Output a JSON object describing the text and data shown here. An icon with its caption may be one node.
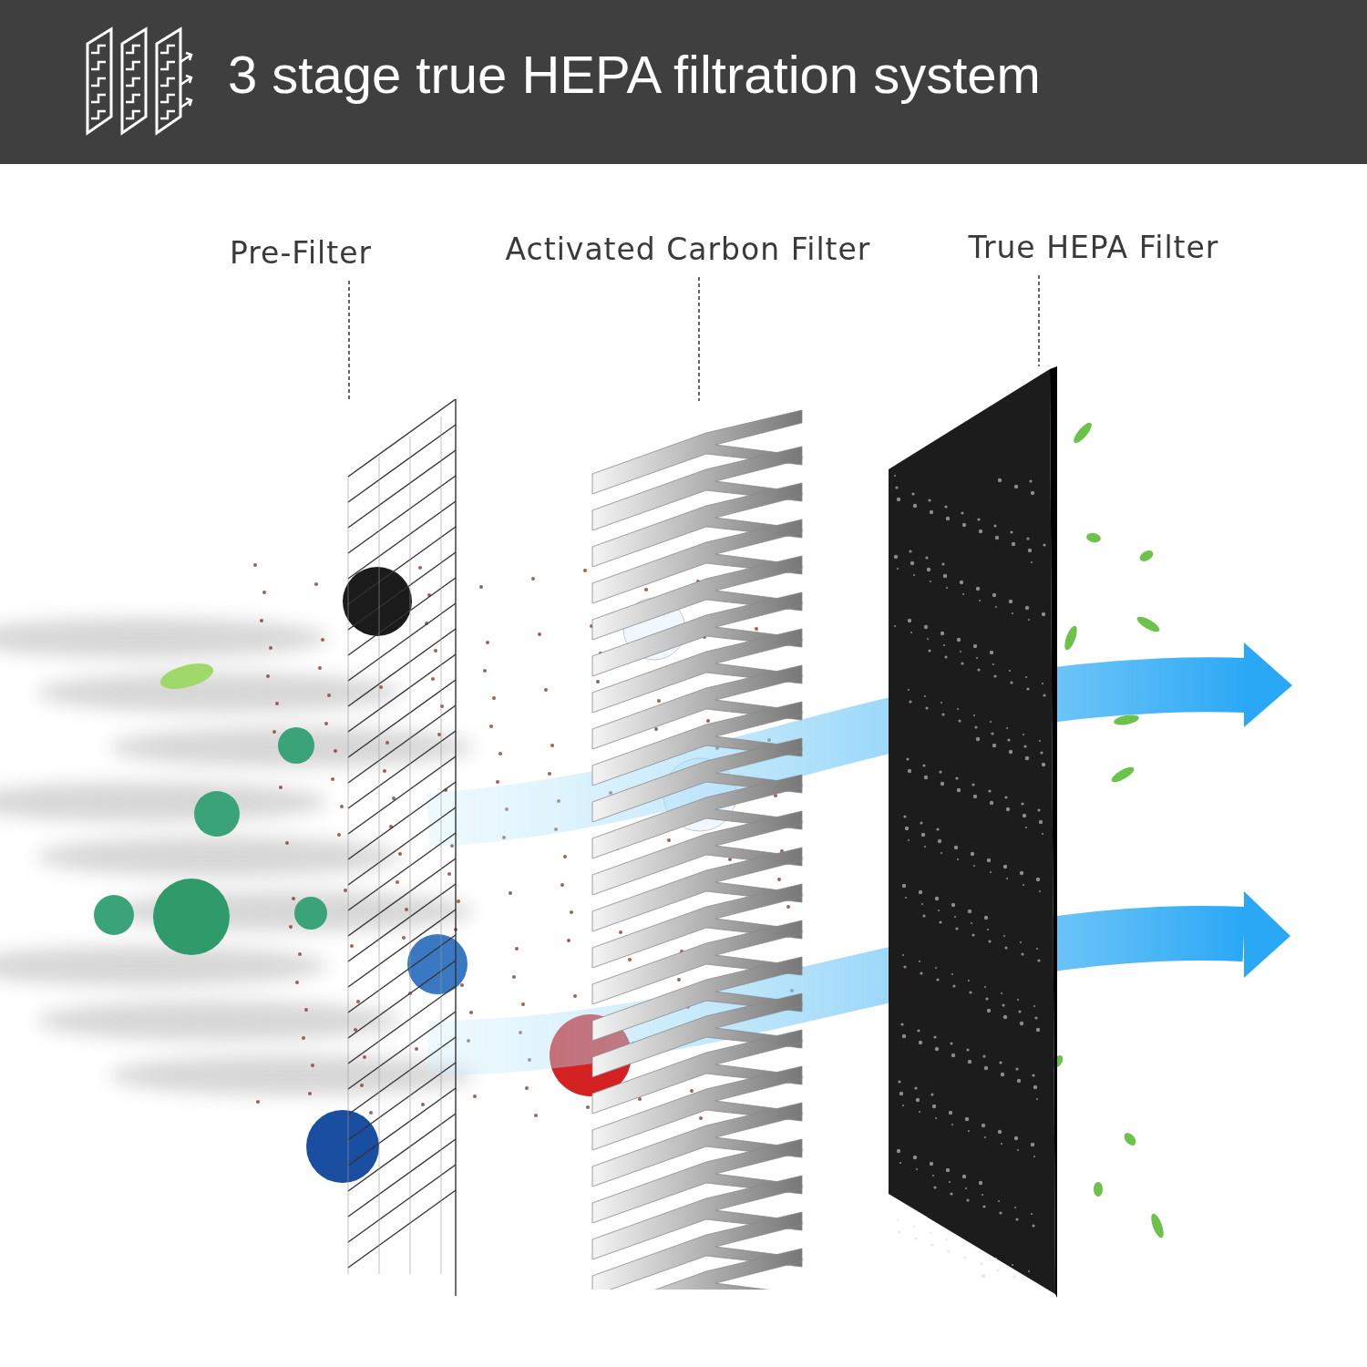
{
  "diagram": {
    "title": "3 stage true HEPA filtration system",
    "nodes": [
      {
        "text": [
          "Pre-Filter"
        ]
      },
      {
        "text": [
          "Activated Carbon Filter"
        ]
      },
      {
        "text": [
          "True HEPA Filter"
        ]
      },
      {
        "text": [],
        "shape": "picture"
      },
      {
        "text": [],
        "shape": "picture"
      },
      {
        "text": [],
        "shape": "picture"
      }
    ],
    "edges": [
      {
        "from": 0,
        "to": 3,
        "arrow": "none",
        "style": "dashed"
      },
      {
        "from": 1,
        "to": 4,
        "arrow": "none",
        "style": "dashed"
      },
      {
        "from": 2,
        "to": 5,
        "arrow": "none",
        "style": "dashed"
      }
    ]
  }
}
